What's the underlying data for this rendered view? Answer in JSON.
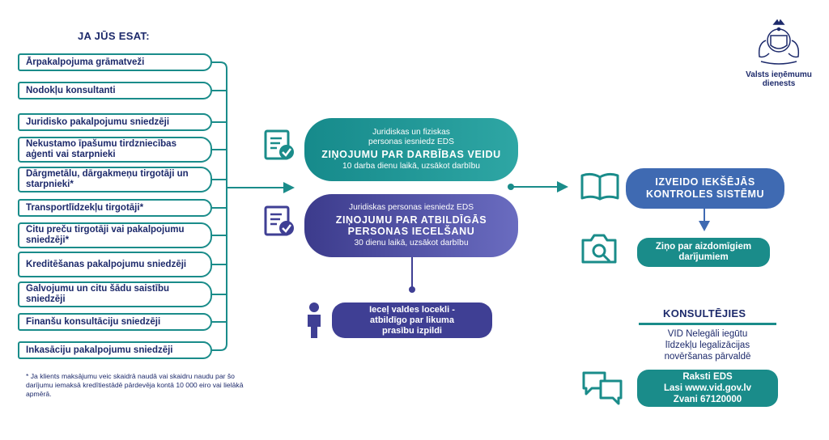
{
  "heading": "JA JŪS ESAT:",
  "entities": [
    "Ārpakalpojuma grāmatveži",
    "Nodokļu konsultanti",
    "Juridisko pakalpojumu sniedzēji",
    "Nekustamo īpašumu tirdzniecības aģenti vai starpnieki",
    "Dārgmetālu, dārgakmeņu tirgotāji un starpnieki*",
    "Transportlīdzekļu tirgotāji*",
    "Citu preču tirgotāji vai pakalpojumu sniedzēji*",
    "Kreditēšanas pakalpojumu sniedzēji",
    "Galvojumu un citu šādu saistību sniedzēji",
    "Finanšu konsultāciju sniedzēji",
    "Inkasāciju pakalpojumu sniedzēji"
  ],
  "footnote": "* Ja klients maksājumu veic skaidrā naudā vai skaidru naudu par šo darījumu iemaksā kredītiestādē pārdevēja kontā 10 000 eiro vai lielākā apmērā.",
  "activity_report": {
    "line1": "Juridiskas un fiziskas",
    "line2": "personas iesniedz EDS",
    "title": "ZIŅOJUMU PAR DARBĪBAS VEIDU",
    "deadline": "10 darba dienu laikā, uzsākot darbību"
  },
  "responsible_report": {
    "line1": "Juridiskas personas iesniedz EDS",
    "title1": "ZIŅOJUMU PAR ATBILDĪGĀS",
    "title2": "PERSONAS IECELŠANU",
    "deadline": "30 dienu laikā, uzsākot darbību"
  },
  "board": {
    "line1": "Ieceļ valdes locekli -",
    "line2": "atbildīgo par likuma",
    "line3": "prasību izpildi"
  },
  "internal_control": {
    "line1": "IZVEIDO IEKŠĒJĀS",
    "line2": "KONTROLES SISTĒMU"
  },
  "suspicious": {
    "line1": "Ziņo par aizdomīgiem",
    "line2": "darījumiem"
  },
  "consult": {
    "title": "KONSULTĒJIES",
    "line1": "VID Nelegāli iegūtu",
    "line2": "līdzekļu legalizācijas",
    "line3": "novēršanas pārvaldē"
  },
  "contact": {
    "line1": "Raksti EDS",
    "line2": "Lasi www.vid.gov.lv",
    "line3": "Zvani 67120000"
  },
  "logo": {
    "line1": "Valsts ieņēmumu",
    "line2": "dienests"
  },
  "colors": {
    "teal": "#1a8c8a",
    "purple": "#3f3f94",
    "blue": "#3f6ab2",
    "navy": "#1d2a6b"
  },
  "icons": [
    "document-check-icon",
    "book-icon",
    "magnifier-camera-icon",
    "person-icon",
    "chat-bubbles-icon",
    "coat-of-arms-logo"
  ]
}
